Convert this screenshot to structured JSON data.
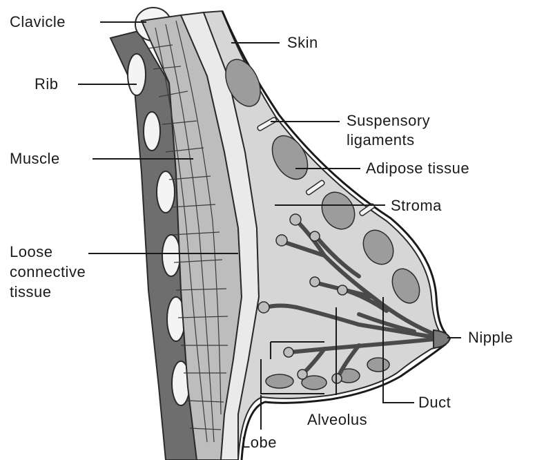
{
  "labels": {
    "clavicle": "Clavicle",
    "rib": "Rib",
    "muscle": "Muscle",
    "loose_connective_tissue": [
      "Loose",
      "connective",
      "tissue"
    ],
    "skin": "Skin",
    "suspensory_ligaments": [
      "Suspensory",
      "ligaments"
    ],
    "adipose_tissue": "Adipose tissue",
    "stroma": "Stroma",
    "nipple": "Nipple",
    "duct": "Duct",
    "alveolus": "Alveolus",
    "lobe": "Lobe"
  },
  "colors": {
    "background": "#ffffff",
    "tissue_fill": "#d6d6d6",
    "muscle_fill": "#bdbdbd",
    "bone_fill": "#f4f4f4",
    "dark_bone": "#6e6e6e",
    "duct_fill": "#7a7a7a",
    "adipose_fill": "#9c9c9c",
    "line": "#1a1a1a"
  }
}
